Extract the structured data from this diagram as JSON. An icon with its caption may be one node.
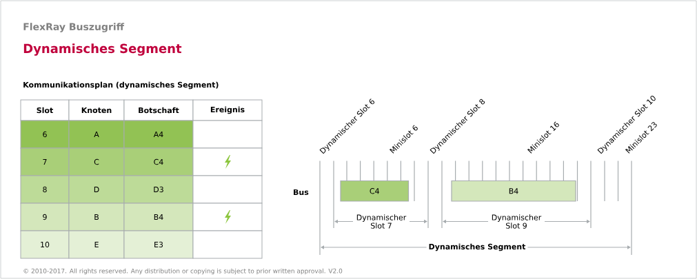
{
  "diagram": {
    "title": "Dynamisches Segment",
    "nodes": [
      {
        "text": [
          "C4"
        ]
      },
      {
        "text": [
          "B4"
        ]
      }
    ],
    "labels": [
      "FlexRay Buszugriff",
      "Kommunikationsplan (dynamisches Segment)",
      "Slot",
      "Knoten",
      "Botschaft",
      "Ereignis",
      "6",
      "A",
      "A4",
      "7",
      "C",
      "C4",
      "8",
      "D",
      "D3",
      "9",
      "B",
      "B4",
      "10",
      "E",
      "E3",
      "Dynamischer Slot 6",
      "Minislot 6",
      "Dynamischer Slot 8",
      "Minislot 16",
      "Dynamischer Slot 10",
      "Minislot 23",
      "Bus",
      "Dynamischer Slot 7",
      "Dynamischer Slot 9",
      "Dynamisches Segment",
      "© 2010-2017. All rights reserved. Any distribution or copying is subject to prior written approval. V2.0"
    ]
  }
}
